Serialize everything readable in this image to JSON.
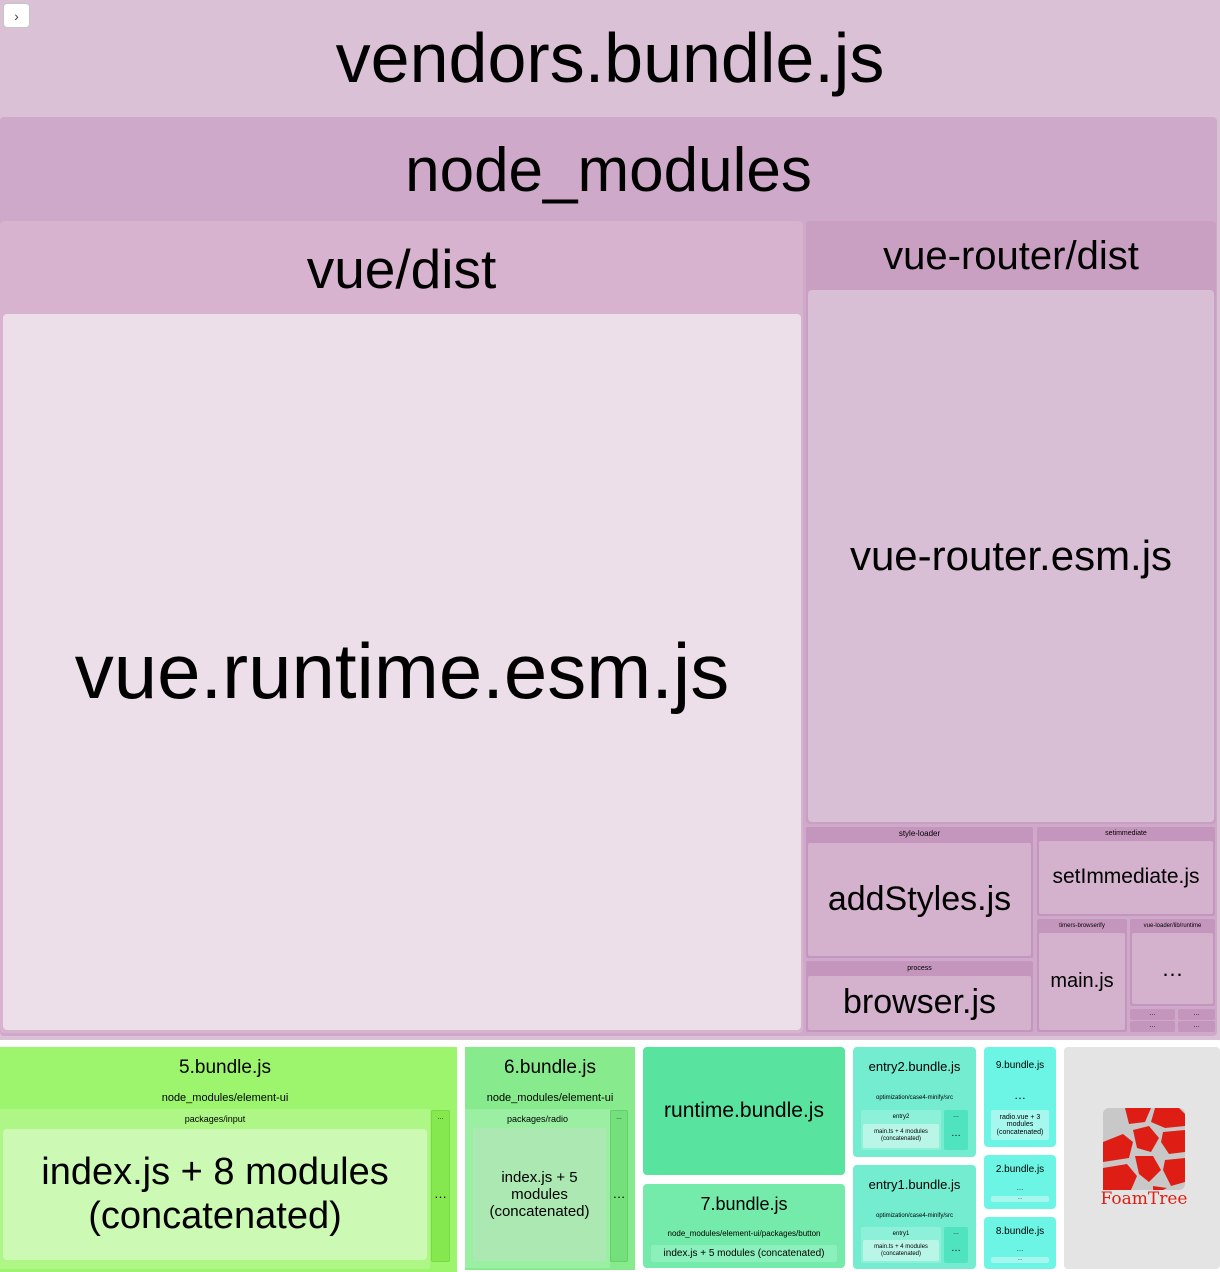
{
  "toolbar": {
    "sidebar_toggle_icon": "chevron-right-icon",
    "sidebar_toggle_glyph": "›"
  },
  "vendors": {
    "title": "vendors.bundle.js",
    "node_modules": {
      "title": "node_modules",
      "vue_dist": {
        "title": "vue/dist",
        "file": "vue.runtime.esm.js"
      },
      "vue_router_dist": {
        "title": "vue-router/dist",
        "file": "vue-router.esm.js"
      },
      "style_loader": {
        "title": "style-loader",
        "file": "addStyles.js"
      },
      "setimmediate": {
        "title": "setimmediate",
        "file": "setImmediate.js"
      },
      "process": {
        "title": "process",
        "file": "browser.js"
      },
      "timers_browserify": {
        "title": "timers-browserify",
        "file": "main.js"
      },
      "vue_loader_runtime": {
        "title": "vue-loader/lib/runtime",
        "file": "…"
      },
      "tiny": [
        "…",
        "…",
        "…",
        "…"
      ]
    }
  },
  "bundle5": {
    "title": "5.bundle.js",
    "path": "node_modules/element-ui",
    "package": "packages/input",
    "module": "index.js + 8 modules (concatenated)",
    "more": "…",
    "more_small": "…"
  },
  "bundle6": {
    "title": "6.bundle.js",
    "path": "node_modules/element-ui",
    "package": "packages/radio",
    "module": "index.js + 5 modules (concatenated)",
    "more": "…",
    "more_small": "…"
  },
  "runtime": {
    "title": "runtime.bundle.js"
  },
  "bundle7": {
    "title": "7.bundle.js",
    "path": "node_modules/element-ui/packages/button",
    "module": "index.js + 5 modules (concatenated)"
  },
  "entry2": {
    "title": "entry2.bundle.js",
    "path": "optimization/case4-minify/src",
    "folder": "entry2",
    "module": "main.ts + 4 modules (concatenated)",
    "more": "…",
    "more_small": "…"
  },
  "entry1": {
    "title": "entry1.bundle.js",
    "path": "optimization/case4-minify/src",
    "folder": "entry1",
    "module": "main.ts + 4 modules (concatenated)",
    "more": "…",
    "more_small": "…"
  },
  "bundle9": {
    "title": "9.bundle.js",
    "more": "…",
    "module": "radio.vue + 3 modules (concatenated)"
  },
  "bundle2": {
    "title": "2.bundle.js",
    "more": "…",
    "more_small": "…"
  },
  "bundle8": {
    "title": "8.bundle.js",
    "more": "…",
    "more_small": "…"
  },
  "foamtree": {
    "logo_text": "FoamTree"
  },
  "colors": {
    "vendors": "#dbc1d6",
    "node_modules": "#cfa9c9",
    "vue_dist": "#d7b3cf",
    "vue_runtime": "#ecdfe9",
    "vue_router": "#d9bfd5",
    "small_pink": "#d4b1cd",
    "b5": "#9cf56c",
    "b5_file": "#ccfab4",
    "b6": "#87eb8d",
    "b6_file": "#ace9b2",
    "runtime": "#58e39f",
    "b7": "#74ebab",
    "entry": "#74ecd0",
    "small_cyan": "#6cf5e5",
    "foam_bg": "#e4e4e4",
    "foam_red": "#de1e14"
  }
}
